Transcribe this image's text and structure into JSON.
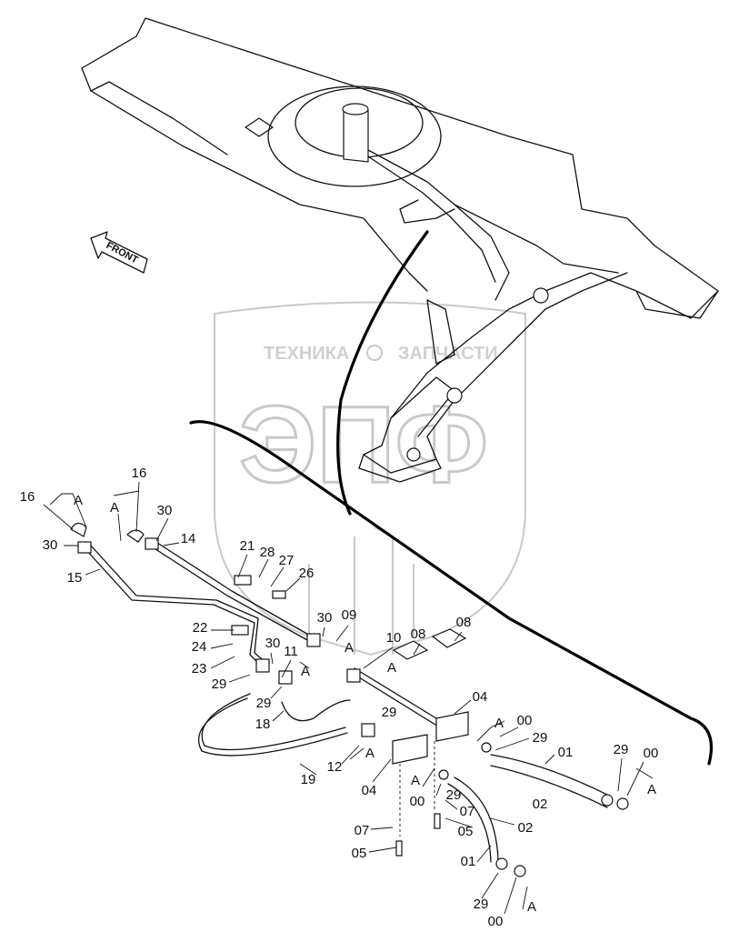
{
  "diagram": {
    "front_label": "FRONT",
    "watermark": {
      "top_text_left": "ТЕХНИКА",
      "top_text_right": "ЗАПЧАСТИ",
      "logo_text": "ЭПФ"
    },
    "callouts": [
      "16",
      "A",
      "30",
      "15",
      "16",
      "A",
      "30",
      "14",
      "21",
      "28",
      "27",
      "26",
      "22",
      "24",
      "23",
      "29",
      "30",
      "11",
      "A",
      "29",
      "18",
      "30",
      "09",
      "A",
      "10",
      "08",
      "08",
      "A",
      "29",
      "04",
      "A",
      "00",
      "29",
      "01",
      "29",
      "00",
      "A",
      "02",
      "12",
      "A",
      "19",
      "04",
      "A",
      "00",
      "29",
      "07",
      "05",
      "07",
      "05",
      "02",
      "01",
      "29",
      "00",
      "A"
    ]
  }
}
